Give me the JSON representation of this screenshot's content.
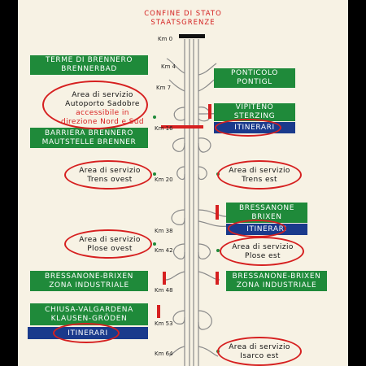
{
  "header": {
    "title_line1": "CONFINE DI STATO",
    "title_line2": "STAATSGRENZE"
  },
  "km_markers": {
    "km0": "Km 0",
    "km4": "Km 4",
    "km7": "Km 7",
    "km16": "Km 16",
    "km20": "Km 20",
    "km38": "Km 38",
    "km42": "Km 42",
    "km48": "Km 48",
    "km53": "Km 53",
    "km64": "Km 64"
  },
  "signs": {
    "brennero": {
      "line1": "TERME DI BRENNERO",
      "line2": "BRENNERBAD"
    },
    "ponticolo": {
      "line1": "PONTICOLO",
      "line2": "PONTIGL"
    },
    "vipiteno": {
      "line1": "VIPITENO",
      "line2": "STERZING"
    },
    "barriera": {
      "line1": "BARRIERA BRENNERO",
      "line2": "MAUTSTELLE BRENNER"
    },
    "bressanone": {
      "line1": "BRESSANONE",
      "line2": "BRIXEN"
    },
    "bz_ind_left": {
      "line1": "BRESSANONE-BRIXEN",
      "line2": "ZONA INDUSTRIALE"
    },
    "bz_ind_right": {
      "line1": "BRESSANONE-BRIXEN",
      "line2": "ZONA INDUSTRIALE"
    },
    "chiusa": {
      "line1": "CHIUSA-VALGARDENA",
      "line2": "KLAUSEN-GRÖDEN"
    }
  },
  "itinerari": {
    "vipiteno": "ITINERARI",
    "bressanone": "ITINERARI",
    "chiusa": "ITINERARI"
  },
  "areas": {
    "sadobre": {
      "line1": "Area di servizio",
      "line2": "Autoporto Sadobre",
      "line3": "accessibile in",
      "line4": "direzione Nord e Sud"
    },
    "trens_ovest": {
      "line1": "Area di servizio",
      "line2": "Trens ovest"
    },
    "trens_est": {
      "line1": "Area di servizio",
      "line2": "Trens est"
    },
    "plose_ovest": {
      "line1": "Area di servizio",
      "line2": "Plose ovest"
    },
    "plose_est": {
      "line1": "Area di servizio",
      "line2": "Plose est"
    },
    "isarco_est": {
      "line1": "Area di servizio",
      "line2": "Isarco est"
    }
  },
  "colors": {
    "sign_green": "#1f8a3a",
    "itinerari_blue": "#1a3a8c",
    "highlight_red": "#d62020",
    "background": "#f7f2e4"
  }
}
